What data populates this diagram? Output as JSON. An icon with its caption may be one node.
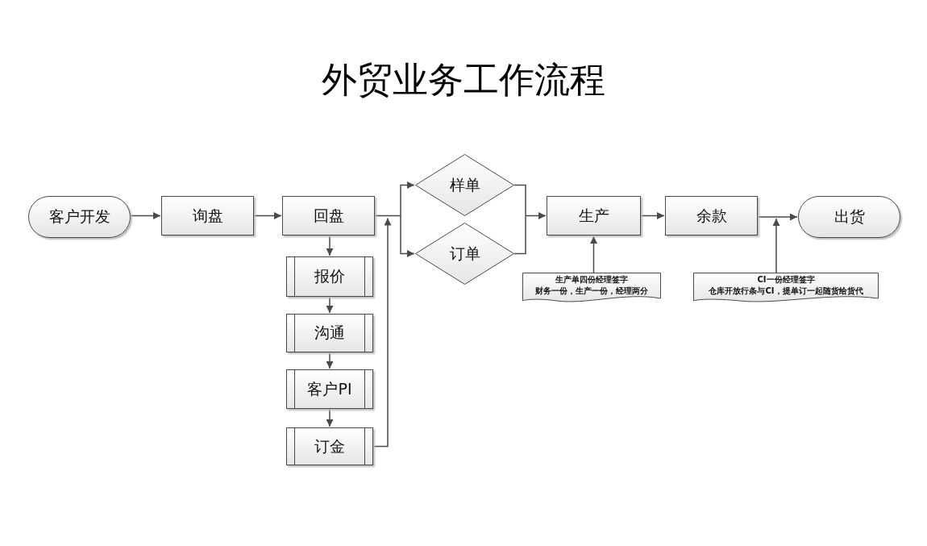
{
  "diagram": {
    "title": "外贸业务工作流程",
    "nodes": [
      {
        "text": [
          "客户开发"
        ]
      },
      {
        "text": [
          "询盘"
        ]
      },
      {
        "text": [
          "回盘"
        ]
      },
      {
        "text": [
          "报价"
        ]
      },
      {
        "text": [
          "沟通"
        ]
      },
      {
        "text": [
          "客户PI"
        ]
      },
      {
        "text": [
          "订金"
        ]
      },
      {
        "text": [
          "样单"
        ]
      },
      {
        "text": [
          "订单"
        ]
      },
      {
        "text": [
          "生产"
        ]
      },
      {
        "text": [
          "余款"
        ]
      },
      {
        "text": [
          "出货"
        ]
      },
      {
        "text": [
          "生产单四份经理签字",
          "财务一份，生产一份，经理两分"
        ]
      },
      {
        "text": [
          "CI一份经理签字",
          "仓库开放行条与CI，提单订一起随货给货代"
        ]
      }
    ],
    "edges": [
      {
        "from": 0,
        "to": 1,
        "arrow": "to"
      },
      {
        "from": 1,
        "to": 2,
        "arrow": "to"
      },
      {
        "from": 2,
        "to": 3,
        "arrow": "to"
      },
      {
        "from": 3,
        "to": 4,
        "arrow": "to"
      },
      {
        "from": 4,
        "to": 5,
        "arrow": "to"
      },
      {
        "from": 5,
        "to": 6,
        "arrow": "to"
      },
      {
        "from": 2,
        "to": 7,
        "arrow": "to"
      },
      {
        "from": 2,
        "to": 8,
        "arrow": "to"
      },
      {
        "from": 6,
        "to": 7,
        "arrow": "to"
      },
      {
        "from": 6,
        "to": 8,
        "arrow": "to"
      },
      {
        "from": 7,
        "to": 9,
        "arrow": "to"
      },
      {
        "from": 8,
        "to": 9,
        "arrow": "to"
      },
      {
        "from": 9,
        "to": 10,
        "arrow": "to"
      },
      {
        "from": 10,
        "to": 11,
        "arrow": "to"
      },
      {
        "from": 12,
        "to": 9,
        "arrow": "to"
      },
      {
        "from": 13,
        "to": 11,
        "arrow": "to"
      }
    ]
  }
}
